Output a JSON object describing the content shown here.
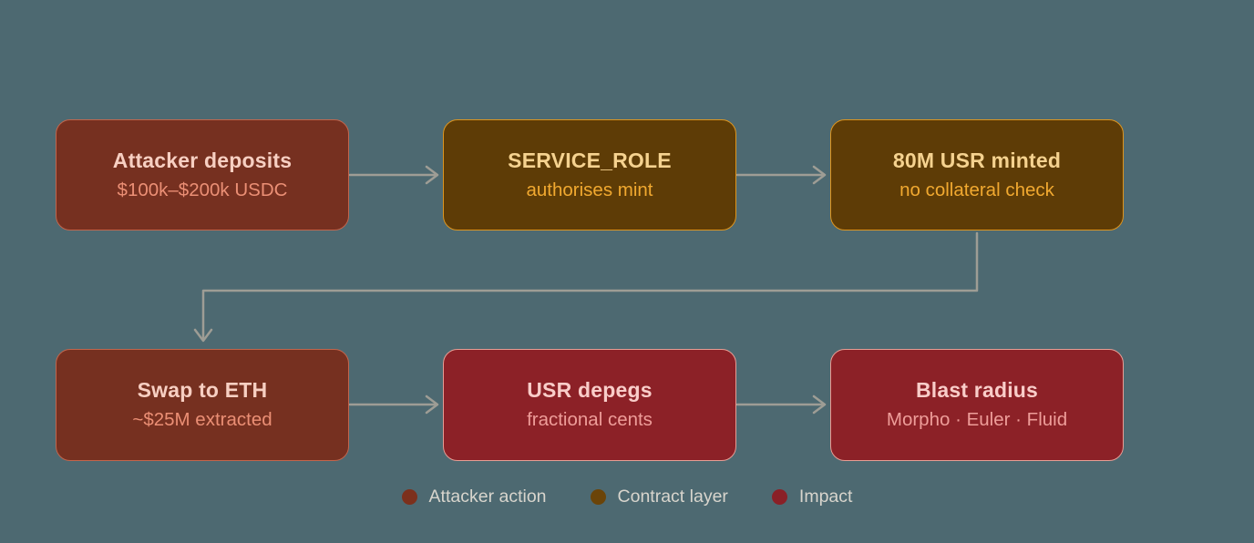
{
  "canvas": {
    "background_color": "#4d6971",
    "connector_color": "#9e9d95"
  },
  "nodes": [
    {
      "id": "attacker-deposits",
      "type": "attacker",
      "title": "Attacker deposits",
      "subtitle": "$100k–$200k USDC",
      "colors": {
        "fill": "#763020",
        "border": "#c2654c",
        "title": "#f7cfc2",
        "subtitle": "#eb8f75"
      }
    },
    {
      "id": "service-role",
      "type": "contract",
      "title": "SERVICE_ROLE",
      "subtitle": "authorises mint",
      "colors": {
        "fill": "#5e3c06",
        "border": "#dd951f",
        "title": "#f5d28f",
        "subtitle": "#f1a930"
      }
    },
    {
      "id": "usr-minted",
      "type": "contract",
      "title": "80M USR minted",
      "subtitle": "no collateral check",
      "colors": {
        "fill": "#5e3c06",
        "border": "#dd951f",
        "title": "#f5d28f",
        "subtitle": "#f1a930"
      }
    },
    {
      "id": "swap-to-eth",
      "type": "attacker",
      "title": "Swap to ETH",
      "subtitle": "~$25M extracted",
      "colors": {
        "fill": "#763020",
        "border": "#c2654c",
        "title": "#f7cfc2",
        "subtitle": "#eb8f75"
      }
    },
    {
      "id": "usr-depegs",
      "type": "impact",
      "title": "USR depegs",
      "subtitle": "fractional cents",
      "colors": {
        "fill": "#8c2127",
        "border": "#e79d94",
        "title": "#f9cdc9",
        "subtitle": "#ee9d99"
      }
    },
    {
      "id": "blast-radius",
      "type": "impact",
      "title": "Blast radius",
      "subtitle": "Morpho · Euler · Fluid",
      "colors": {
        "fill": "#8c2127",
        "border": "#e79d94",
        "title": "#f9cdc9",
        "subtitle": "#ee9d99"
      }
    }
  ],
  "edges": [
    {
      "from": "attacker-deposits",
      "to": "service-role",
      "style": "straight-arrow"
    },
    {
      "from": "service-role",
      "to": "usr-minted",
      "style": "straight-arrow"
    },
    {
      "from": "usr-minted",
      "to": "swap-to-eth",
      "style": "elbow-arrow"
    },
    {
      "from": "swap-to-eth",
      "to": "usr-depegs",
      "style": "straight-arrow"
    },
    {
      "from": "usr-depegs",
      "to": "blast-radius",
      "style": "straight-arrow"
    }
  ],
  "legend": {
    "items": [
      {
        "label": "Attacker action",
        "color": "#7c301c"
      },
      {
        "label": "Contract layer",
        "color": "#6b4408"
      },
      {
        "label": "Impact",
        "color": "#8a2027"
      }
    ]
  }
}
